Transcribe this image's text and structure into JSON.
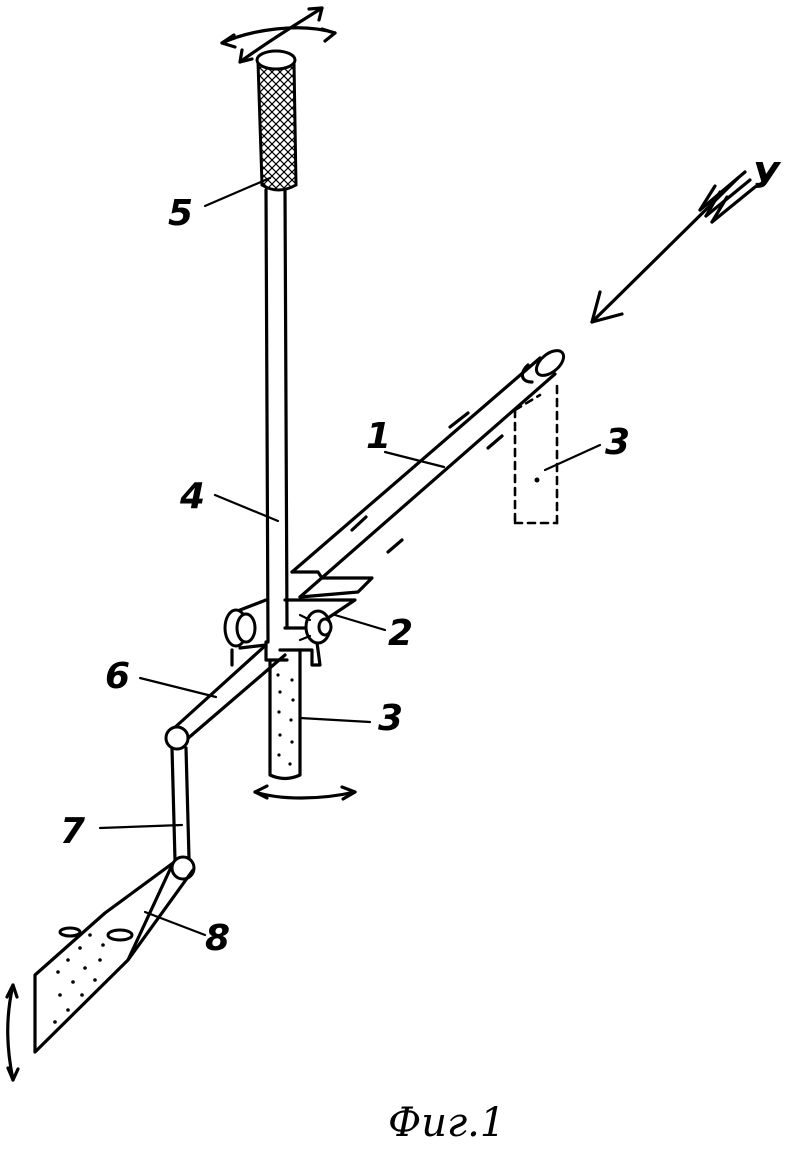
{
  "figure": {
    "caption": "Фиг.1",
    "labels": {
      "part_1": "1",
      "part_2": "2",
      "part_3_upper": "3",
      "part_3_lower": "3",
      "part_4": "4",
      "part_5": "5",
      "part_6": "6",
      "part_7": "7",
      "part_8": "8",
      "view_y": "У"
    }
  }
}
